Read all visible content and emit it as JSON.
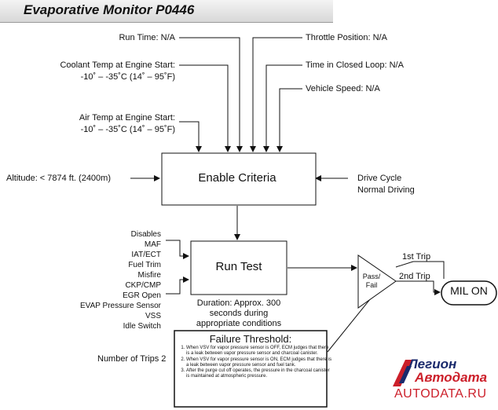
{
  "header": {
    "title": "Evaporative Monitor P0446"
  },
  "inputs": {
    "run_time": "Run Time: N/A",
    "coolant_label": "Coolant Temp at Engine Start:",
    "coolant_value": "-10˚ – -35˚C (14˚ – 95˚F)",
    "air_label": "Air Temp at Engine Start:",
    "air_value": "-10˚ – -35˚C (14˚ – 95˚F)",
    "throttle": "Throttle Position: N/A",
    "closed_loop": "Time in Closed Loop: N/A",
    "vehicle_speed": "Vehicle Speed: N/A",
    "altitude": "Altitude: < 7874 ft. (2400m)",
    "drive_cycle_1": "Drive Cycle",
    "drive_cycle_2": "Normal Driving"
  },
  "enable_block": {
    "label": "Enable Criteria"
  },
  "run_block": {
    "label": "Run Test"
  },
  "disables": {
    "header": "Disables",
    "items": [
      "MAF",
      "IAT/ECT",
      "Fuel Trim",
      "Misfire",
      "CKP/CMP",
      "EGR Open",
      "EVAP Pressure Sensor",
      "VSS",
      "Idle Switch"
    ]
  },
  "duration": {
    "line1": "Duration: Approx. 300",
    "line2": "seconds during",
    "line3": "appropriate conditions"
  },
  "pass_fail": {
    "line1": "Pass/",
    "line2": "Fail"
  },
  "trips": {
    "first": "1st Trip",
    "second": "2nd Trip",
    "count_label": "Number of Trips 2"
  },
  "mil": {
    "label": "MIL ON"
  },
  "failure_threshold": {
    "title": "Failure Threshold:",
    "items": [
      "When VSV for vapor pressure sensor is OFF, ECM judges that there is a leak between vapor pressure sensor and charcoal canister.",
      "When VSV for vapor pressure sensor is ON, ECM judges that there is a leak between vapor pressure sensor and fuel tank.",
      "After the purge cut off operates, the pressure in the charcoal canister is maintained at atmospheric pressure."
    ]
  },
  "logo": {
    "name_part1": "Легион",
    "name_part2": "Автодата",
    "url": "AUTODATA.RU"
  }
}
